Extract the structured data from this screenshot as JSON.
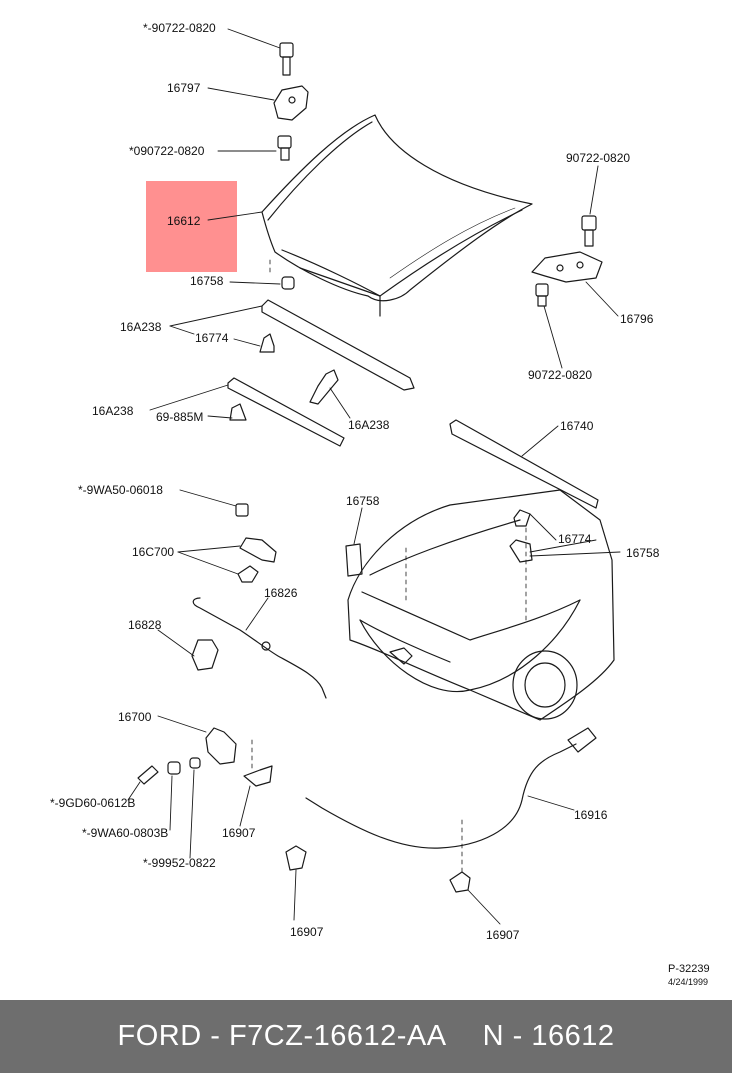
{
  "diagram": {
    "labels": {
      "l01": "*-90722-0820",
      "l02": "16797",
      "l03": "*090722-0820",
      "l04": "16612",
      "l05": "16758",
      "l06": "16A238",
      "l07": "16774",
      "l08": "16A238",
      "l09": "69-885M",
      "l10": "16A238",
      "l11": "*-9WA50-06018",
      "l12": "16C700",
      "l13": "16826",
      "l14": "16828",
      "l15": "16700",
      "l16": "*-9GD60-0612B",
      "l17": "*-9WA60-0803B",
      "l18": "*-99952-0822",
      "l19": "16907",
      "l20": "16907",
      "l21": "16916",
      "l22": "16907",
      "l23": "90722-0820",
      "l24": "16796",
      "l25": "90722-0820",
      "l26": "16740",
      "l27": "16758",
      "l28": "16774",
      "l29": "16758"
    },
    "highlight_color": "#ff8a8a",
    "drawing_ref": "P-32239",
    "drawing_date": "4/24/1999"
  },
  "footer": {
    "brand_part": "FORD - F7CZ-16612-AA",
    "ref_number": "N - 16612"
  }
}
